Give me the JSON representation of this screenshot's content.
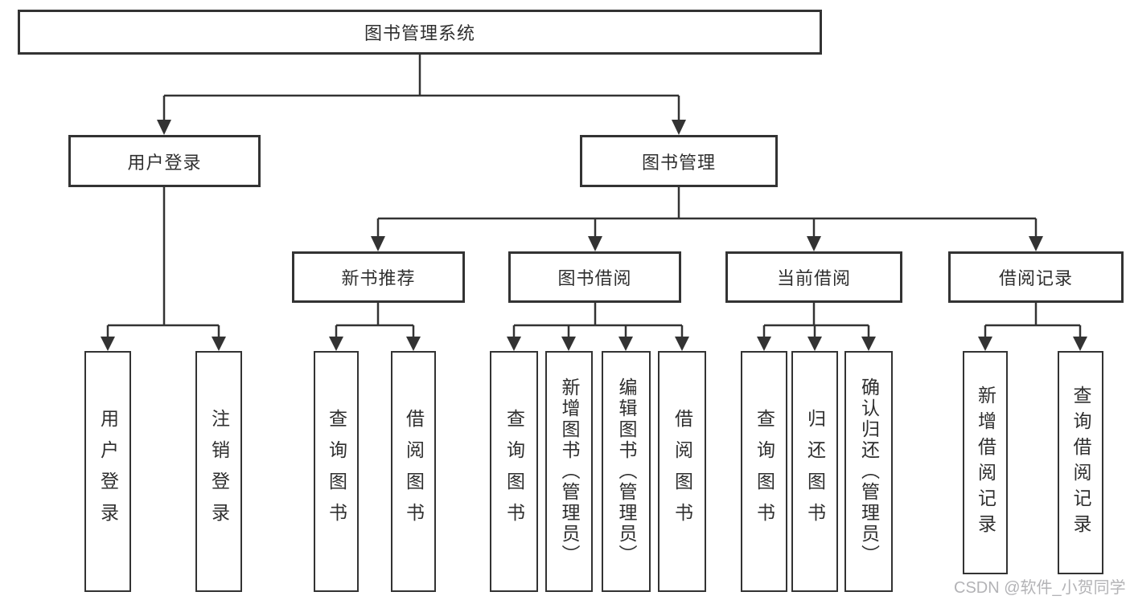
{
  "diagram": {
    "root": {
      "label": "图书管理系统"
    },
    "children": [
      {
        "label": "用户登录",
        "children": [
          {
            "label": "用户登录"
          },
          {
            "label": "注销登录"
          }
        ]
      },
      {
        "label": "图书管理",
        "children": [
          {
            "label": "新书推荐",
            "children": [
              {
                "label": "查询图书"
              },
              {
                "label": "借阅图书"
              }
            ]
          },
          {
            "label": "图书借阅",
            "children": [
              {
                "label": "查询图书"
              },
              {
                "label": "新增图书（管理员）"
              },
              {
                "label": "编辑图书（管理员）"
              },
              {
                "label": "借阅图书"
              }
            ]
          },
          {
            "label": "当前借阅",
            "children": [
              {
                "label": "查询图书"
              },
              {
                "label": "归还图书"
              },
              {
                "label": "确认归还（管理员）"
              }
            ]
          },
          {
            "label": "借阅记录",
            "children": [
              {
                "label": "新增借阅记录"
              },
              {
                "label": "查询借阅记录"
              }
            ]
          }
        ]
      }
    ],
    "watermark": {
      "text": "CSDN @软件_小贺同学"
    },
    "colors": {
      "line": "#333333",
      "text": "#2f2f2f",
      "watermark": "#b3b3b6",
      "background": "#ffffff"
    }
  }
}
